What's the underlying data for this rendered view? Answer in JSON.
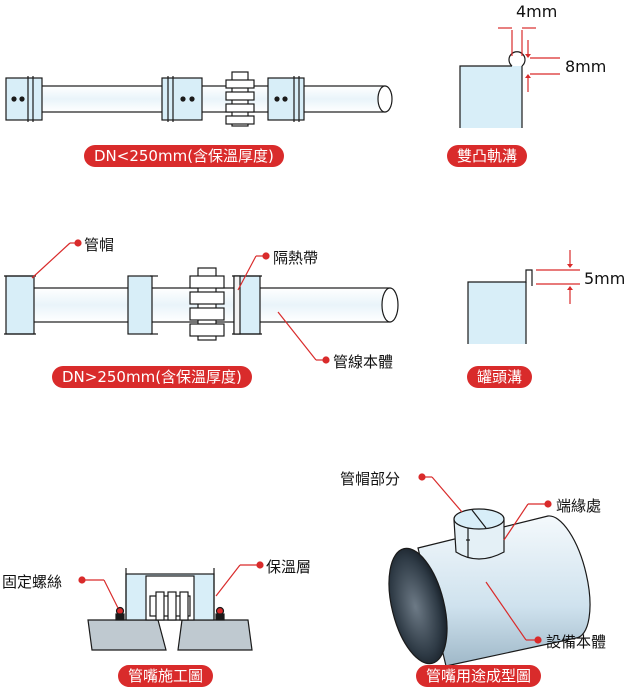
{
  "labels": {
    "dn_small": "DN<250mm(含保溫厚度)",
    "dn_large": "DN>250mm(含保溫厚度)",
    "double_bead_groove": "雙凸軌溝",
    "can_head_groove": "罐頭溝",
    "pipe_cap": "管帽",
    "heat_insulation_band": "隔熱帶",
    "pipe_body": "管線本體",
    "nozzle_construction": "管嘴施工圖",
    "nozzle_finished": "管嘴用途成型圖",
    "cap_part": "管帽部分",
    "edge_area": "端緣處",
    "equipment_body": "設備本體",
    "fixing_screw": "固定螺絲",
    "insulation_layer": "保溫層"
  },
  "dimensions": {
    "bead_width": "4mm",
    "bead_height": "8mm",
    "groove_height": "5mm"
  },
  "colors": {
    "accent_red": "#d92b2b",
    "jacket_fill": "#d8eef8",
    "outline": "#1a1a1a"
  }
}
